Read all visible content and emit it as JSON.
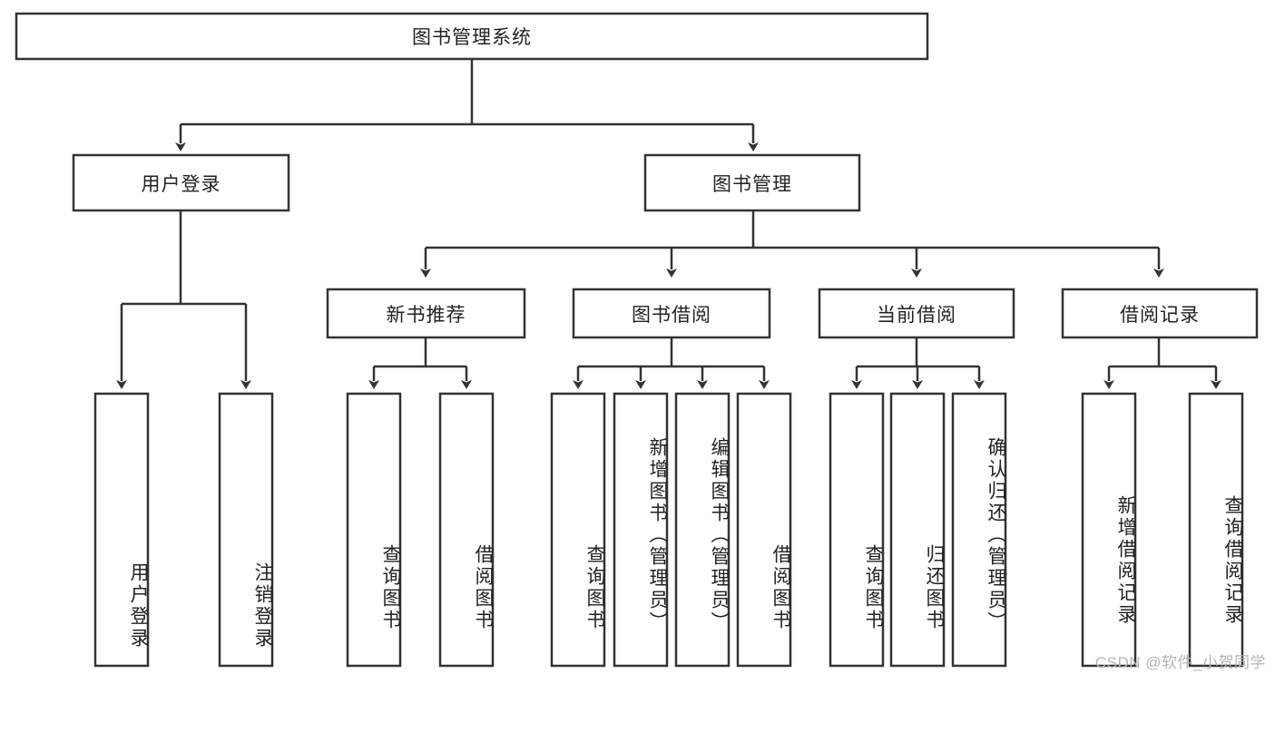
{
  "diagram": {
    "type": "hierarchy-tree",
    "title": "图书管理系统",
    "watermark": "CSDN @软件_小贺同学",
    "colors": {
      "box_stroke": "#333333",
      "box_fill": "#ffffff",
      "text": "#222222",
      "connector": "#333333",
      "watermark": "#b5b5b5",
      "background": "#ffffff"
    },
    "root": {
      "label": "图书管理系统"
    },
    "level2": [
      {
        "label": "用户登录"
      },
      {
        "label": "图书管理"
      }
    ],
    "level3": [
      {
        "label": "新书推荐"
      },
      {
        "label": "图书借阅"
      },
      {
        "label": "当前借阅"
      },
      {
        "label": "借阅记录"
      }
    ],
    "leaves": {
      "user_login": [
        {
          "label": "用户登录"
        },
        {
          "label": "注销登录"
        }
      ],
      "new_book_recommend": [
        {
          "label": "查询图书"
        },
        {
          "label": "借阅图书"
        }
      ],
      "book_borrow": [
        {
          "label": "查询图书"
        },
        {
          "label": "新增图书（管理员）"
        },
        {
          "label": "编辑图书（管理员）"
        },
        {
          "label": "借阅图书"
        }
      ],
      "current_borrow": [
        {
          "label": "查询图书"
        },
        {
          "label": "归还图书"
        },
        {
          "label": "确认归还（管理员）"
        }
      ],
      "borrow_record": [
        {
          "label": "新增借阅记录"
        },
        {
          "label": "查询借阅记录"
        }
      ]
    }
  }
}
